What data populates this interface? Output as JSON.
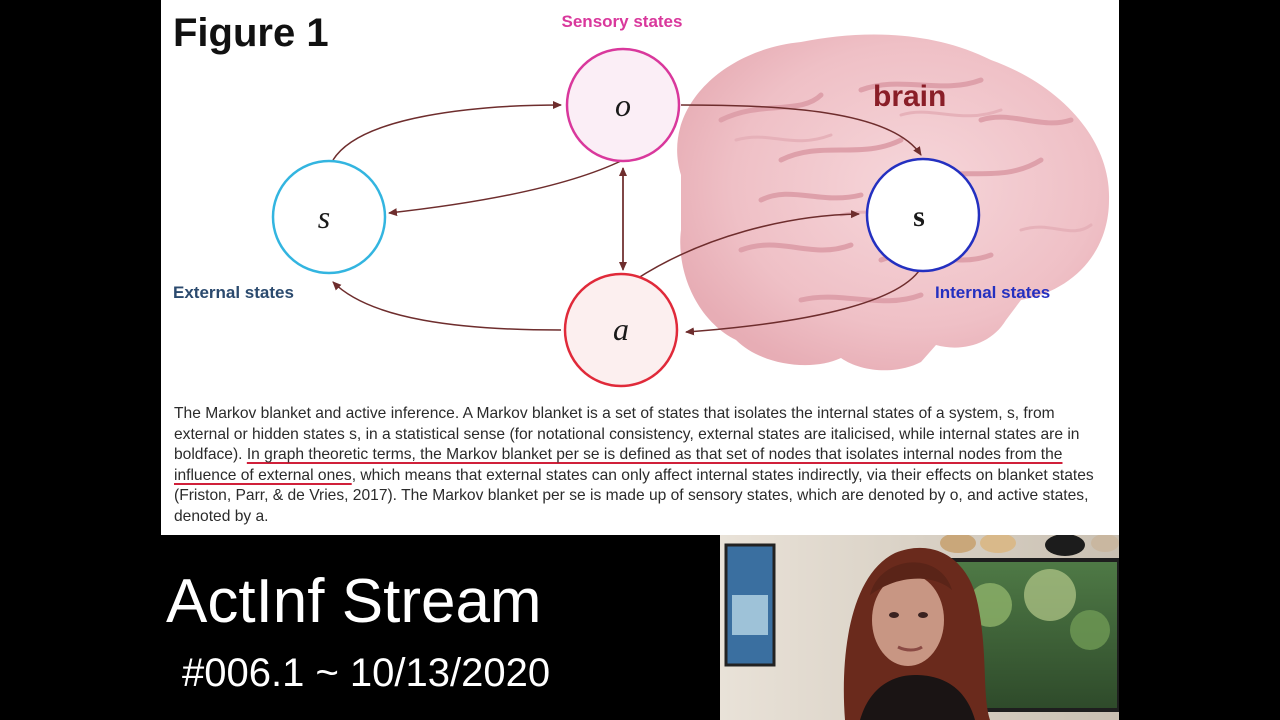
{
  "figure": {
    "title": "Figure 1",
    "brain_label": "brain",
    "nodes": {
      "sensory": {
        "letter": "o",
        "label": "Sensory states",
        "color": "#d9389c"
      },
      "external": {
        "letter": "s",
        "label": "External states",
        "color": "#33b5e0"
      },
      "internal": {
        "letter": "s",
        "label": "Internal states",
        "color": "#2430c0"
      },
      "active": {
        "letter": "a",
        "color": "#e02a3a"
      }
    },
    "arrow_color": "#6e2d2d",
    "label_color": "#2b4a6e"
  },
  "caption": {
    "part1": "The Markov blanket and active inference. A Markov blanket is a set of states that isolates the internal states of a system, s, from external or hidden states s, in a statistical sense (for notational consistency, external states are italicised, while internal states are in boldface). ",
    "highlight": "In graph theoretic terms, the Markov blanket per se is defined as that set of nodes that isolates internal nodes from the influence of external ones",
    "part2": ", which means that external states can only affect internal states indirectly, via their effects on blanket states (Friston, Parr, & de Vries, 2017). The Markov blanket per se is made up of sensory states, which are denoted by o, and active states, denoted by a."
  },
  "stream": {
    "title": "ActInf Stream",
    "subtitle": "#006.1 ~ 10/13/2020"
  }
}
